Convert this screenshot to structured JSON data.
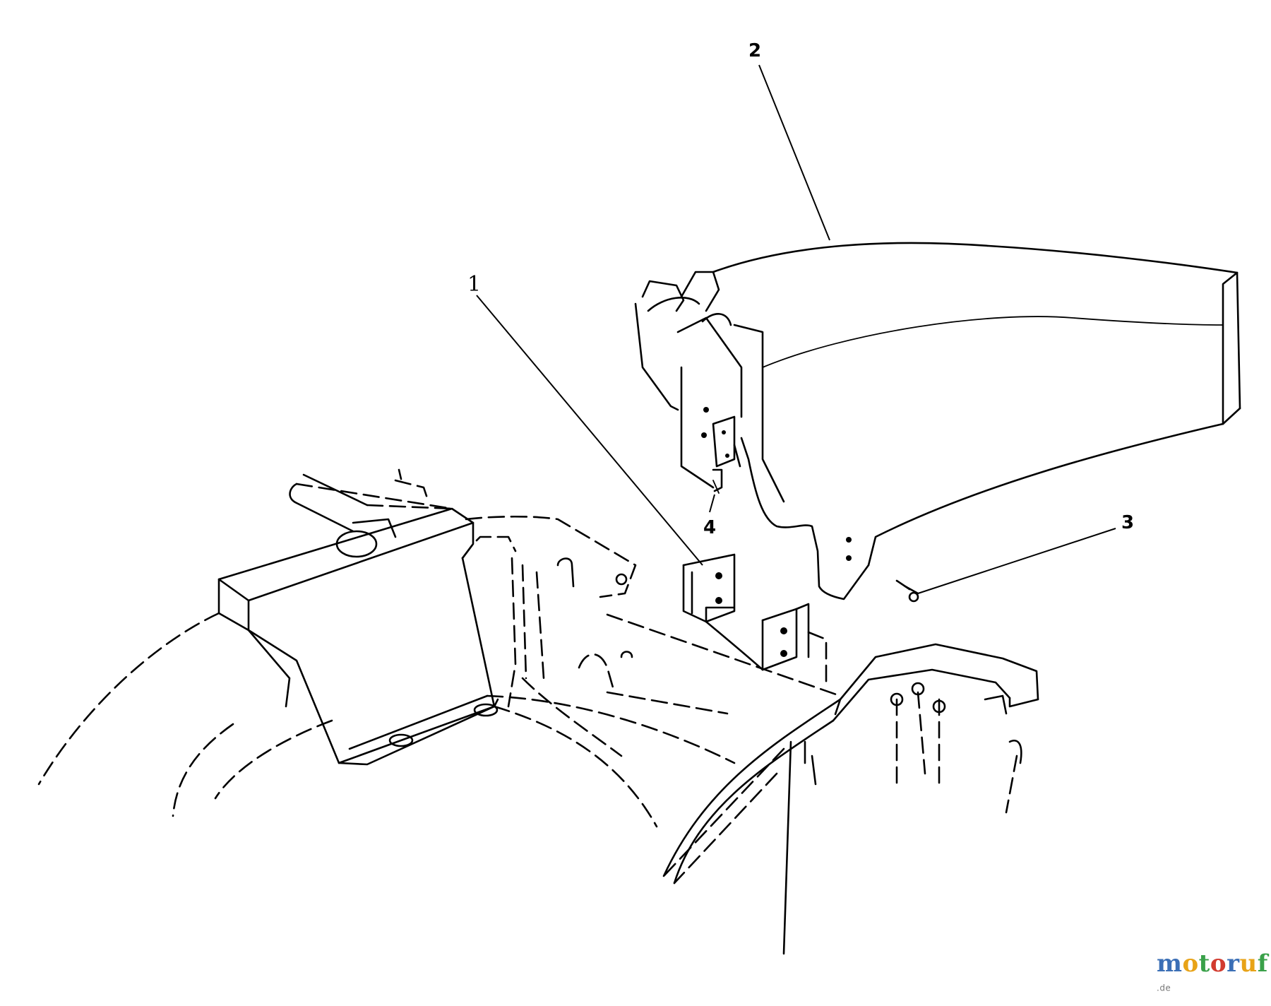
{
  "callouts": [
    {
      "id": "1",
      "label": "1"
    },
    {
      "id": "2",
      "label": "2"
    },
    {
      "id": "3",
      "label": "3"
    },
    {
      "id": "4",
      "label": "4"
    }
  ],
  "watermark": {
    "text": "motoruf",
    "suffix": ".de",
    "letter_colors": [
      "#3b6fb6",
      "#e8a317",
      "#3aa14a",
      "#d23b2f",
      "#3b6fb6",
      "#e8a317",
      "#3aa14a"
    ]
  }
}
